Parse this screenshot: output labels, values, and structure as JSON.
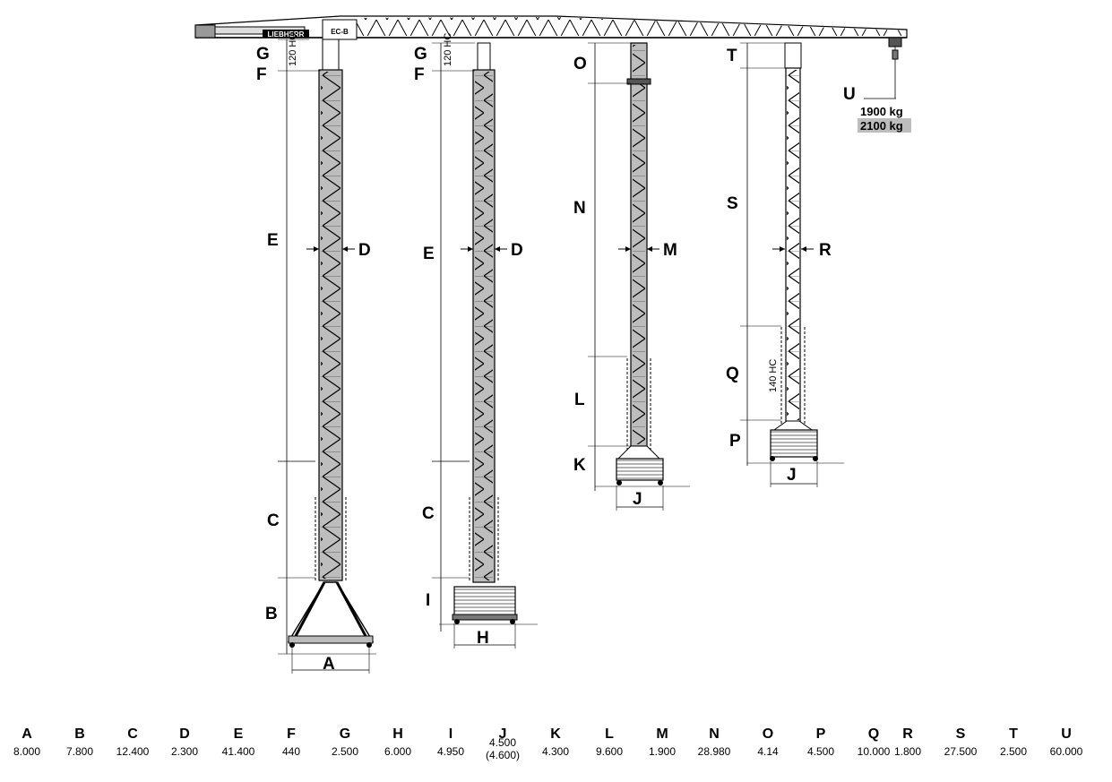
{
  "labels": {
    "A": "A",
    "B": "B",
    "C": "C",
    "D": "D",
    "E": "E",
    "F": "F",
    "G": "G",
    "H": "H",
    "I": "I",
    "J": "J",
    "K": "K",
    "L": "L",
    "M": "M",
    "N": "N",
    "O": "O",
    "P": "P",
    "Q": "Q",
    "R": "R",
    "S": "S",
    "T": "T",
    "U": "U"
  },
  "brand": "LIEBHERR",
  "cab_text": "EC-B",
  "hc_120": "120 HC",
  "hc_140": "140 HC",
  "loads": [
    "1900 kg",
    "2100 kg"
  ],
  "legend": [
    {
      "key": "A",
      "value": "8.000"
    },
    {
      "key": "B",
      "value": "7.800"
    },
    {
      "key": "C",
      "value": "12.400"
    },
    {
      "key": "D",
      "value": "2.300"
    },
    {
      "key": "E",
      "value": "41.400"
    },
    {
      "key": "F",
      "value": "440"
    },
    {
      "key": "G",
      "value": "2.500"
    },
    {
      "key": "H",
      "value": "6.000"
    },
    {
      "key": "I",
      "value": "4.950"
    },
    {
      "key": "J",
      "value": "4.500\n(4.600)"
    },
    {
      "key": "K",
      "value": "4.300"
    },
    {
      "key": "L",
      "value": "9.600"
    },
    {
      "key": "M",
      "value": "1.900"
    },
    {
      "key": "N",
      "value": "28.980"
    },
    {
      "key": "O",
      "value": "4.14"
    },
    {
      "key": "P",
      "value": "4.500"
    },
    {
      "key": "Q",
      "value": "10.000"
    },
    {
      "key": "R",
      "value": "1.800"
    },
    {
      "key": "S",
      "value": "27.500"
    },
    {
      "key": "T",
      "value": "2.500"
    },
    {
      "key": "U",
      "value": "60.000"
    }
  ],
  "colors": {
    "ink": "#000000",
    "mast": "#9a9a9a",
    "highlight": "#bdbdbd"
  }
}
